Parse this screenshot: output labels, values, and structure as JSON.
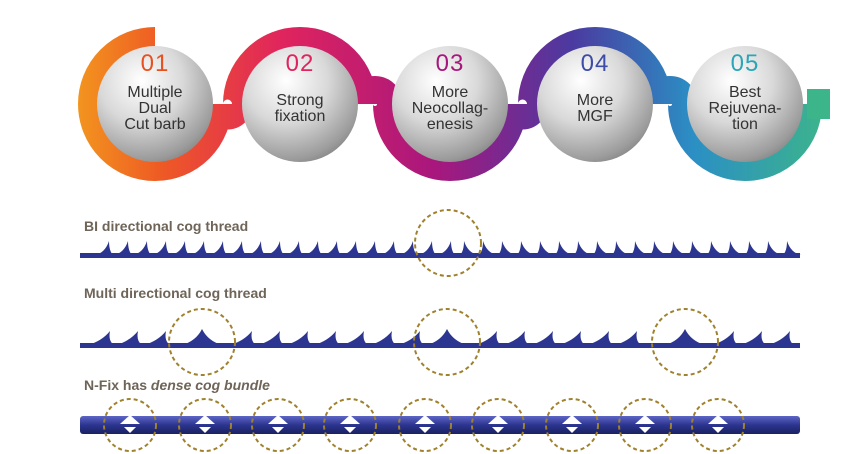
{
  "steps": [
    {
      "num": "01",
      "lines": [
        "Multiple",
        "Dual",
        "Cut barb"
      ],
      "color": "#e8501f"
    },
    {
      "num": "02",
      "lines": [
        "Strong",
        "fixation"
      ],
      "color": "#e0245e"
    },
    {
      "num": "03",
      "lines": [
        "More",
        "Neocollag-",
        "enesis"
      ],
      "color": "#a8177d"
    },
    {
      "num": "04",
      "lines": [
        "More",
        "MGF"
      ],
      "color": "#3d4ca8"
    },
    {
      "num": "05",
      "lines": [
        "Best",
        "Rejuvena-",
        "tion"
      ],
      "color": "#2aa6b8"
    }
  ],
  "threads": [
    {
      "label": "BI directional cog thread",
      "label_emphasis": ""
    },
    {
      "label": "Multi directional cog thread",
      "label_emphasis": ""
    },
    {
      "label": "N-Fix has ",
      "label_emphasis": "dense cog bundle"
    }
  ],
  "colors": {
    "thread": "#2c3590",
    "marker": "#a0822e",
    "label": "#6e6458",
    "number_text": [
      "#e8501f",
      "#e0245e",
      "#a8177d",
      "#3d4ca8",
      "#2aa6b8"
    ]
  }
}
